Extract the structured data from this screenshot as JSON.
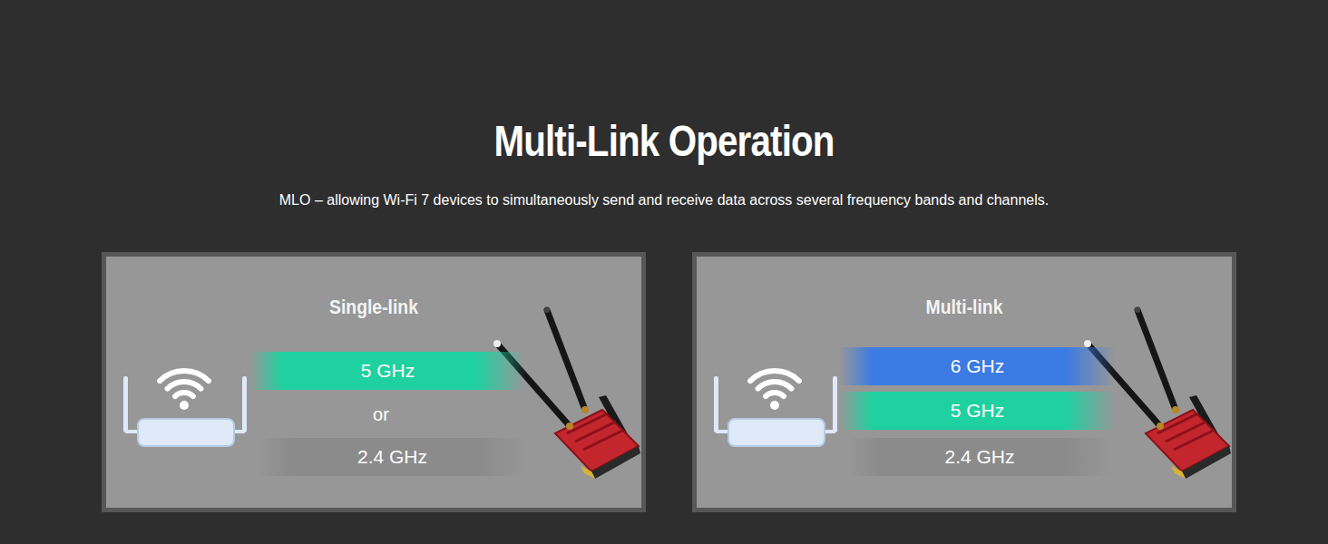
{
  "diagram": {
    "title": "Multi-Link Operation",
    "nodes": [
      {
        "text": [
          "Single-link"
        ]
      },
      {
        "text": [
          "5 GHz"
        ],
        "in": 0
      },
      {
        "text": [
          "2.4 GHz"
        ],
        "in": 0
      },
      {
        "text": [
          "Multi-link"
        ]
      },
      {
        "text": [
          "6 GHz"
        ],
        "in": 3
      },
      {
        "text": [
          "5 GHz"
        ],
        "in": 3
      },
      {
        "text": [
          "2.4 GHz"
        ],
        "in": 3
      }
    ],
    "labels": [
      "MLO – allowing Wi-Fi 7 devices to simultaneously send and receive data across several frequency bands and channels.",
      "or"
    ]
  }
}
